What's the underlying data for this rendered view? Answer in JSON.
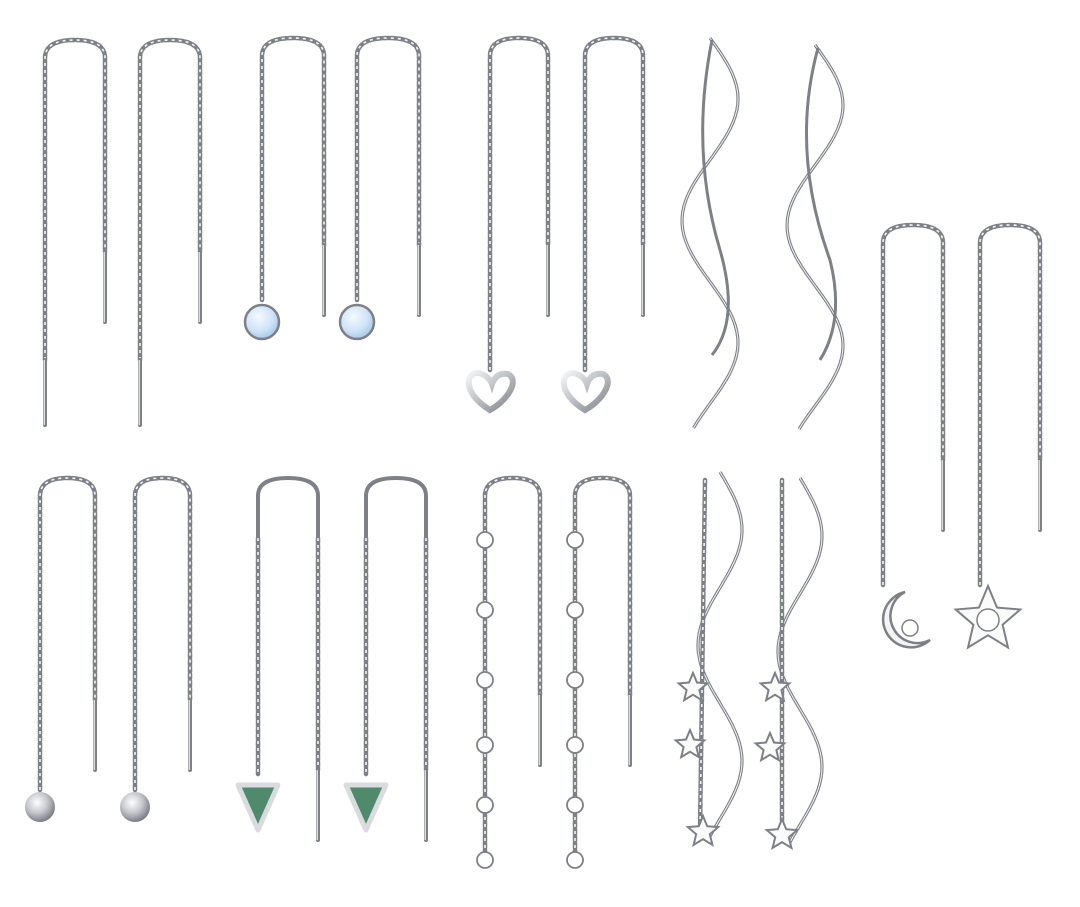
{
  "image": {
    "kind": "product-photo",
    "background_color": "#ffffff",
    "metal_color": "#b9bcc1",
    "metal_highlight": "#f2f3f5",
    "metal_shadow": "#7d8087",
    "moonstone_color": "#cfe3f7",
    "abalone_color": "#4f8a6c",
    "earring_pairs": [
      {
        "style": "plain-chain-threader"
      },
      {
        "style": "moonstone-disc-threader"
      },
      {
        "style": "heart-threader"
      },
      {
        "style": "wavy-bar-threader"
      },
      {
        "style": "moon-and-sun-threader"
      },
      {
        "style": "ball-threader"
      },
      {
        "style": "abalone-triangle-threader"
      },
      {
        "style": "crystal-station-threader"
      },
      {
        "style": "wavy-star-threader"
      }
    ]
  }
}
